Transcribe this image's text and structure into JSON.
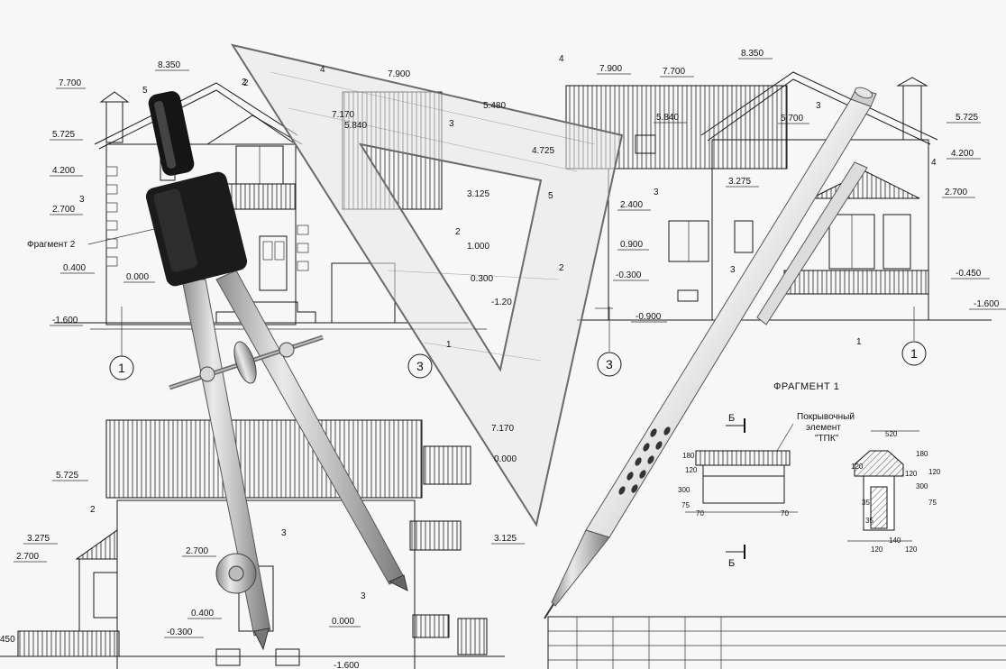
{
  "scene": "architectural blueprint with compass, set square and mechanical pencil",
  "colors": {
    "paper": "#f7f7f7",
    "ink": "#111111",
    "metal": "#b9b9b9",
    "plastic": "#e6e6e6",
    "black": "#1b1b1b"
  },
  "drawing_a": {
    "levels": [
      "7.700",
      "8.350",
      "5.725",
      "4.200",
      "2.700",
      "0.400",
      "0.000",
      "-1.600"
    ],
    "tags": [
      "5",
      "2",
      "3",
      "3"
    ],
    "fragment_label": "Фрагмент 2",
    "axis_labels": [
      "1",
      "3"
    ]
  },
  "drawing_b": {
    "levels": [
      "7.900",
      "8.350",
      "7.700",
      "5.840",
      "5.700",
      "5.725",
      "4.200",
      "3.275",
      "2.400",
      "2.700",
      "0.900",
      "-0.300",
      "-0.450",
      "-0.900",
      "-1.600"
    ],
    "tags": [
      "4",
      "3",
      "4",
      "3",
      "3",
      "1"
    ],
    "axis_labels": [
      "3",
      "1"
    ]
  },
  "set_square_marks": [
    "7.170",
    "5.840",
    "5.480",
    "4.725",
    "3.125",
    "1.000",
    "0.300",
    "-1.20",
    "7.170",
    "0.000",
    "7.900",
    "4",
    "2",
    "5",
    "3",
    "2",
    "2",
    "1"
  ],
  "drawing_c": {
    "levels": [
      "5.725",
      "3.275",
      "2.700",
      "2.700",
      "0.400",
      "-0.300",
      "0.000",
      "-1.600",
      "3.125",
      "450"
    ],
    "tags": [
      "2",
      "3",
      "3"
    ]
  },
  "fragment_1": {
    "title": "ФРАГМЕНТ 1",
    "section_mark": "Б",
    "element_label_line1": "Покрывочный",
    "element_label_line2": "элемент",
    "element_label_line3": "\"ТПК\"",
    "dims": [
      "520",
      "180",
      "120",
      "300",
      "75",
      "70",
      "70",
      "120",
      "120",
      "35",
      "35",
      "140",
      "120",
      "120",
      "180",
      "300",
      "120",
      "75"
    ]
  }
}
